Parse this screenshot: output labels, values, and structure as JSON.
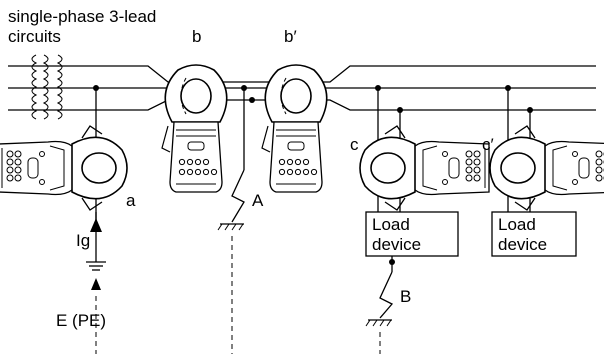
{
  "title_line1": "single-phase 3-lead",
  "title_line2": "circuits",
  "labels": {
    "a": "a",
    "b": "b",
    "b_prime": "b′",
    "c": "c",
    "c_prime": "c′",
    "A": "A",
    "B": "B",
    "Ig": "Ig",
    "E_PE": "E (PE)"
  },
  "load_device_1": {
    "line1": "Load",
    "line2": "device"
  },
  "load_device_2": {
    "line1": "Load",
    "line2": "device"
  },
  "icons": [
    "transformer-coil-icon",
    "clamp-meter-icon",
    "ground-symbol-icon",
    "leakage-lightning-icon",
    "current-arrow-icon"
  ]
}
